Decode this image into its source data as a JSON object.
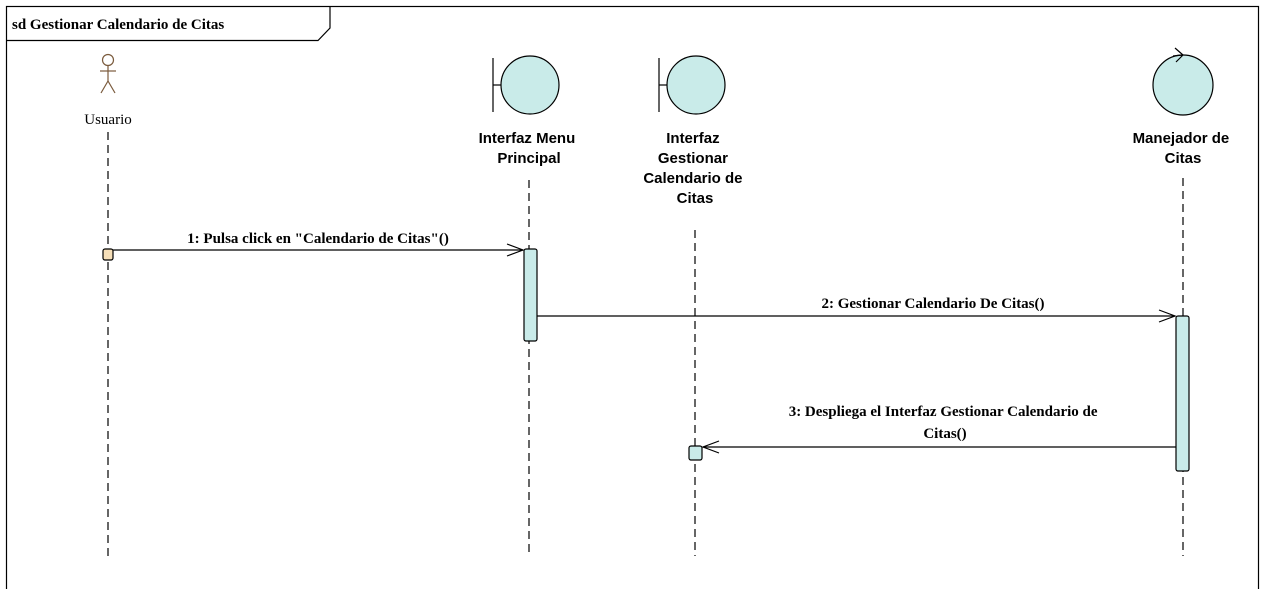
{
  "frame": {
    "title": "sd Gestionar Calendario de Citas"
  },
  "lifelines": [
    {
      "name_lines": [
        "Usuario"
      ],
      "kind": "actor"
    },
    {
      "name_lines": [
        "Interfaz Menu",
        "Principal"
      ],
      "kind": "boundary"
    },
    {
      "name_lines": [
        "Interfaz",
        "Gestionar",
        "Calendario de",
        "Citas"
      ],
      "kind": "boundary"
    },
    {
      "name_lines": [
        "Manejador de",
        "Citas"
      ],
      "kind": "control"
    }
  ],
  "messages": [
    {
      "label_lines": [
        "1: Pulsa click en \"Calendario de Citas\"()"
      ]
    },
    {
      "label_lines": [
        "2: Gestionar Calendario De Citas()"
      ]
    },
    {
      "label_lines": [
        "3: Despliega el Interfaz Gestionar Calendario de",
        "Citas()"
      ]
    }
  ],
  "colors": {
    "shape_fill": "#c9ebe9",
    "actor_stroke": "#7a5a3c",
    "actor_fill": "#f6dfb8"
  }
}
